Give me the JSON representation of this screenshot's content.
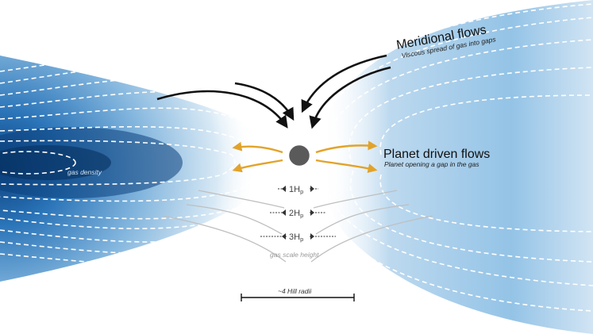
{
  "colors": {
    "gas_dark": "#0b3f7c",
    "gas_mid": "#2f7bbf",
    "gas_light": "#bcd9ee",
    "planet": "#5a5a5a",
    "meridional_arrow": "#111111",
    "planet_flow_arrow": "#e2a32a",
    "contour": "#ffffff"
  },
  "labels": {
    "meridional_title": "Meridional flows",
    "meridional_sub": "Viscous spread of gas into gaps",
    "planet_title": "Planet driven flows",
    "planet_sub": "Planet opening a gap in the gas",
    "gas_density": "gas density",
    "scale_height": "gas scale height",
    "hill_scale": "~4 Hill radii"
  },
  "scale_heights": [
    {
      "value": "1",
      "unit": "H",
      "sub": "p"
    },
    {
      "value": "2",
      "unit": "H",
      "sub": "p"
    },
    {
      "value": "3",
      "unit": "H",
      "sub": "p"
    }
  ],
  "icons": [
    "planet-icon",
    "meridional-arrow-icon",
    "planet-flow-arrow-icon",
    "scale-bar-icon"
  ]
}
